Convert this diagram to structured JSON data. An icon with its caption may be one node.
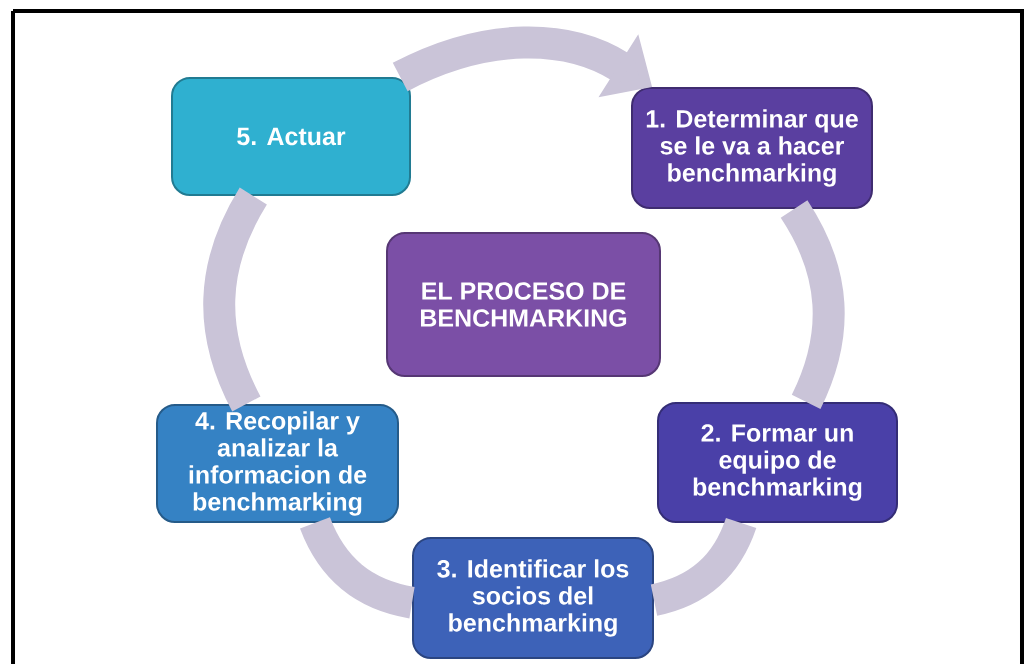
{
  "diagram": {
    "nodes": [
      {
        "text": [
          "5. Actuar"
        ]
      },
      {
        "text": [
          "1. Determinar que se le va a hacer benchmarking"
        ]
      },
      {
        "text": [
          "EL PROCESO DE BENCHMARKING"
        ]
      },
      {
        "text": [
          "4. Recopilar y analizar la informacion de benchmarking"
        ]
      },
      {
        "text": [
          "2. Formar un equipo de benchmarking"
        ]
      },
      {
        "text": [
          "3. Identificar los socios del benchmarking"
        ]
      }
    ],
    "edges": [
      {
        "from": 0,
        "to": 1,
        "arrow": "to"
      },
      {
        "from": 1,
        "to": 4,
        "arrow": "none"
      },
      {
        "from": 4,
        "to": 5,
        "arrow": "none"
      },
      {
        "from": 5,
        "to": 3,
        "arrow": "none"
      },
      {
        "from": 3,
        "to": 0,
        "arrow": "none"
      }
    ]
  }
}
